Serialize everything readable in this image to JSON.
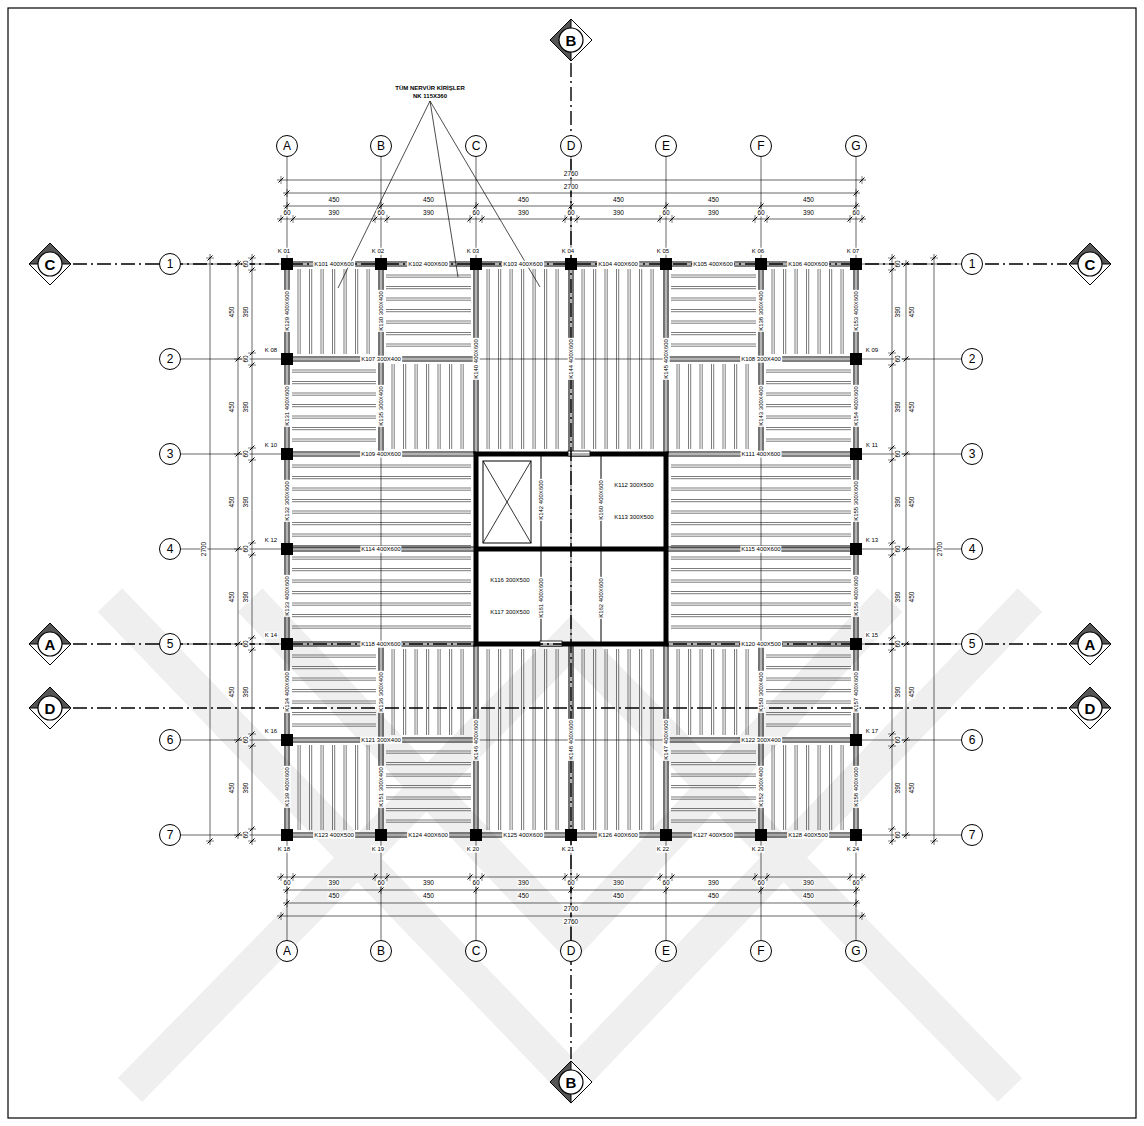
{
  "diagram": {
    "nodes": [
      {
        "text": [
          "B"
        ]
      },
      {
        "text": [
          "A"
        ]
      },
      {
        "text": [
          "B"
        ]
      },
      {
        "text": [
          "C"
        ]
      },
      {
        "text": [
          "D"
        ]
      },
      {
        "text": [
          "E"
        ]
      },
      {
        "text": [
          "F"
        ]
      },
      {
        "text": [
          "G"
        ]
      },
      {
        "text": [
          "C"
        ]
      },
      {
        "text": [
          "1"
        ]
      },
      {
        "text": [
          "1"
        ]
      },
      {
        "text": [
          "C"
        ]
      },
      {
        "text": [
          "2"
        ]
      },
      {
        "text": [
          "2"
        ]
      },
      {
        "text": [
          "3"
        ]
      },
      {
        "text": [
          "3"
        ]
      },
      {
        "text": [
          "4"
        ]
      },
      {
        "text": [
          "4"
        ]
      },
      {
        "text": [
          "A"
        ]
      },
      {
        "text": [
          "5"
        ]
      },
      {
        "text": [
          "5"
        ]
      },
      {
        "text": [
          "A"
        ]
      },
      {
        "text": [
          "D"
        ]
      },
      {
        "text": [
          "D"
        ]
      },
      {
        "text": [
          "6"
        ]
      },
      {
        "text": [
          "6"
        ]
      },
      {
        "text": [
          "7"
        ]
      },
      {
        "text": [
          "7"
        ]
      },
      {
        "text": [
          "A"
        ]
      },
      {
        "text": [
          "B"
        ]
      },
      {
        "text": [
          "C"
        ]
      },
      {
        "text": [
          "D"
        ]
      },
      {
        "text": [
          "E"
        ]
      },
      {
        "text": [
          "F"
        ]
      },
      {
        "text": [
          "G"
        ]
      },
      {
        "text": [
          "B"
        ]
      }
    ],
    "edges": [
      {
        "from": 1,
        "to": 28,
        "arrow": "none"
      },
      {
        "from": 2,
        "to": 29,
        "arrow": "none"
      },
      {
        "from": 3,
        "to": 30,
        "arrow": "none"
      },
      {
        "from": 4,
        "to": 31,
        "arrow": "none"
      },
      {
        "from": 5,
        "to": 32,
        "arrow": "none"
      },
      {
        "from": 6,
        "to": 33,
        "arrow": "none"
      },
      {
        "from": 7,
        "to": 34,
        "arrow": "none"
      },
      {
        "from": 9,
        "to": 10,
        "arrow": "none"
      },
      {
        "from": 12,
        "to": 13,
        "arrow": "none"
      },
      {
        "from": 14,
        "to": 15,
        "arrow": "none"
      },
      {
        "from": 16,
        "to": 17,
        "arrow": "none"
      },
      {
        "from": 19,
        "to": 20,
        "arrow": "none"
      },
      {
        "from": 24,
        "to": 25,
        "arrow": "none"
      },
      {
        "from": 26,
        "to": 27,
        "arrow": "none"
      },
      {
        "from": 0,
        "to": 35,
        "arrow": "none"
      },
      {
        "from": 8,
        "to": 11,
        "arrow": "none"
      },
      {
        "from": 18,
        "to": 21,
        "arrow": "none"
      },
      {
        "from": 22,
        "to": 23,
        "arrow": "none"
      }
    ],
    "labels": [
      "TÜM NERVÜR KİRİŞLER",
      "NK 115X360",
      "2760",
      "2700",
      "450",
      "450",
      "450",
      "450",
      "450",
      "450",
      "60",
      "390",
      "60",
      "390",
      "60",
      "390",
      "60",
      "390",
      "60",
      "390",
      "60",
      "390",
      "60",
      "60",
      "390",
      "60",
      "390",
      "60",
      "390",
      "60",
      "390",
      "60",
      "390",
      "60",
      "390",
      "60",
      "450",
      "450",
      "450",
      "450",
      "450",
      "450",
      "2700",
      "2760",
      "2700",
      "450",
      "450",
      "450",
      "450",
      "450",
      "450",
      "60",
      "390",
      "60",
      "390",
      "60",
      "390",
      "60",
      "390",
      "60",
      "390",
      "60",
      "390",
      "60",
      "60",
      "390",
      "60",
      "390",
      "60",
      "390",
      "60",
      "390",
      "60",
      "390",
      "60",
      "390",
      "60",
      "450",
      "450",
      "450",
      "450",
      "450",
      "450",
      "2700",
      "K 01",
      "K 02",
      "K 03",
      "K 04",
      "K 05",
      "K 06",
      "K 07",
      "K 08",
      "K 09",
      "K 10",
      "K 11",
      "K 12",
      "K 13",
      "K 14",
      "K 15",
      "K 16",
      "K 17",
      "K 18",
      "K 19",
      "K 20",
      "K 21",
      "K 22",
      "K 23",
      "K 24",
      "K101 400X600",
      "K102 400X600",
      "K103 400X600",
      "K104 400X600",
      "K105 400X600",
      "K106 400X600",
      "K107 300X400",
      "K108 300X400",
      "K109 400X600",
      "K111 400X600",
      "K114 400X600",
      "K115 400X600",
      "K118 400X600",
      "K120 400X500",
      "K121 300X400",
      "K122 300X400",
      "K123 400X500",
      "K124 400X600",
      "K125 400X600",
      "K126 400X600",
      "K127 400X500",
      "K128 400X500",
      "K112 300X500",
      "K113 300X500",
      "K116 300X500",
      "K117 300X500",
      "K129 400X600",
      "K131 400X600",
      "K132 300X600",
      "K133 400X600",
      "K134 400X600",
      "K139 400X600",
      "K130 300X400",
      "K135 300X400",
      "K136 300X400",
      "K151 300X400",
      "K140 400X600",
      "K146 400X600",
      "K144 400X600",
      "K148 400X600",
      "K145 400X600",
      "K147 400X600",
      "K138 300X400",
      "K143 300X400",
      "K150 300X400",
      "K152 300X400",
      "K153 400X600",
      "K154 400X600",
      "K155 300X600",
      "K156 400X600",
      "K157 400X600",
      "K158 400X600",
      "K142 400X600",
      "K160 400X600",
      "K161 400X600",
      "K162 400X600"
    ]
  }
}
